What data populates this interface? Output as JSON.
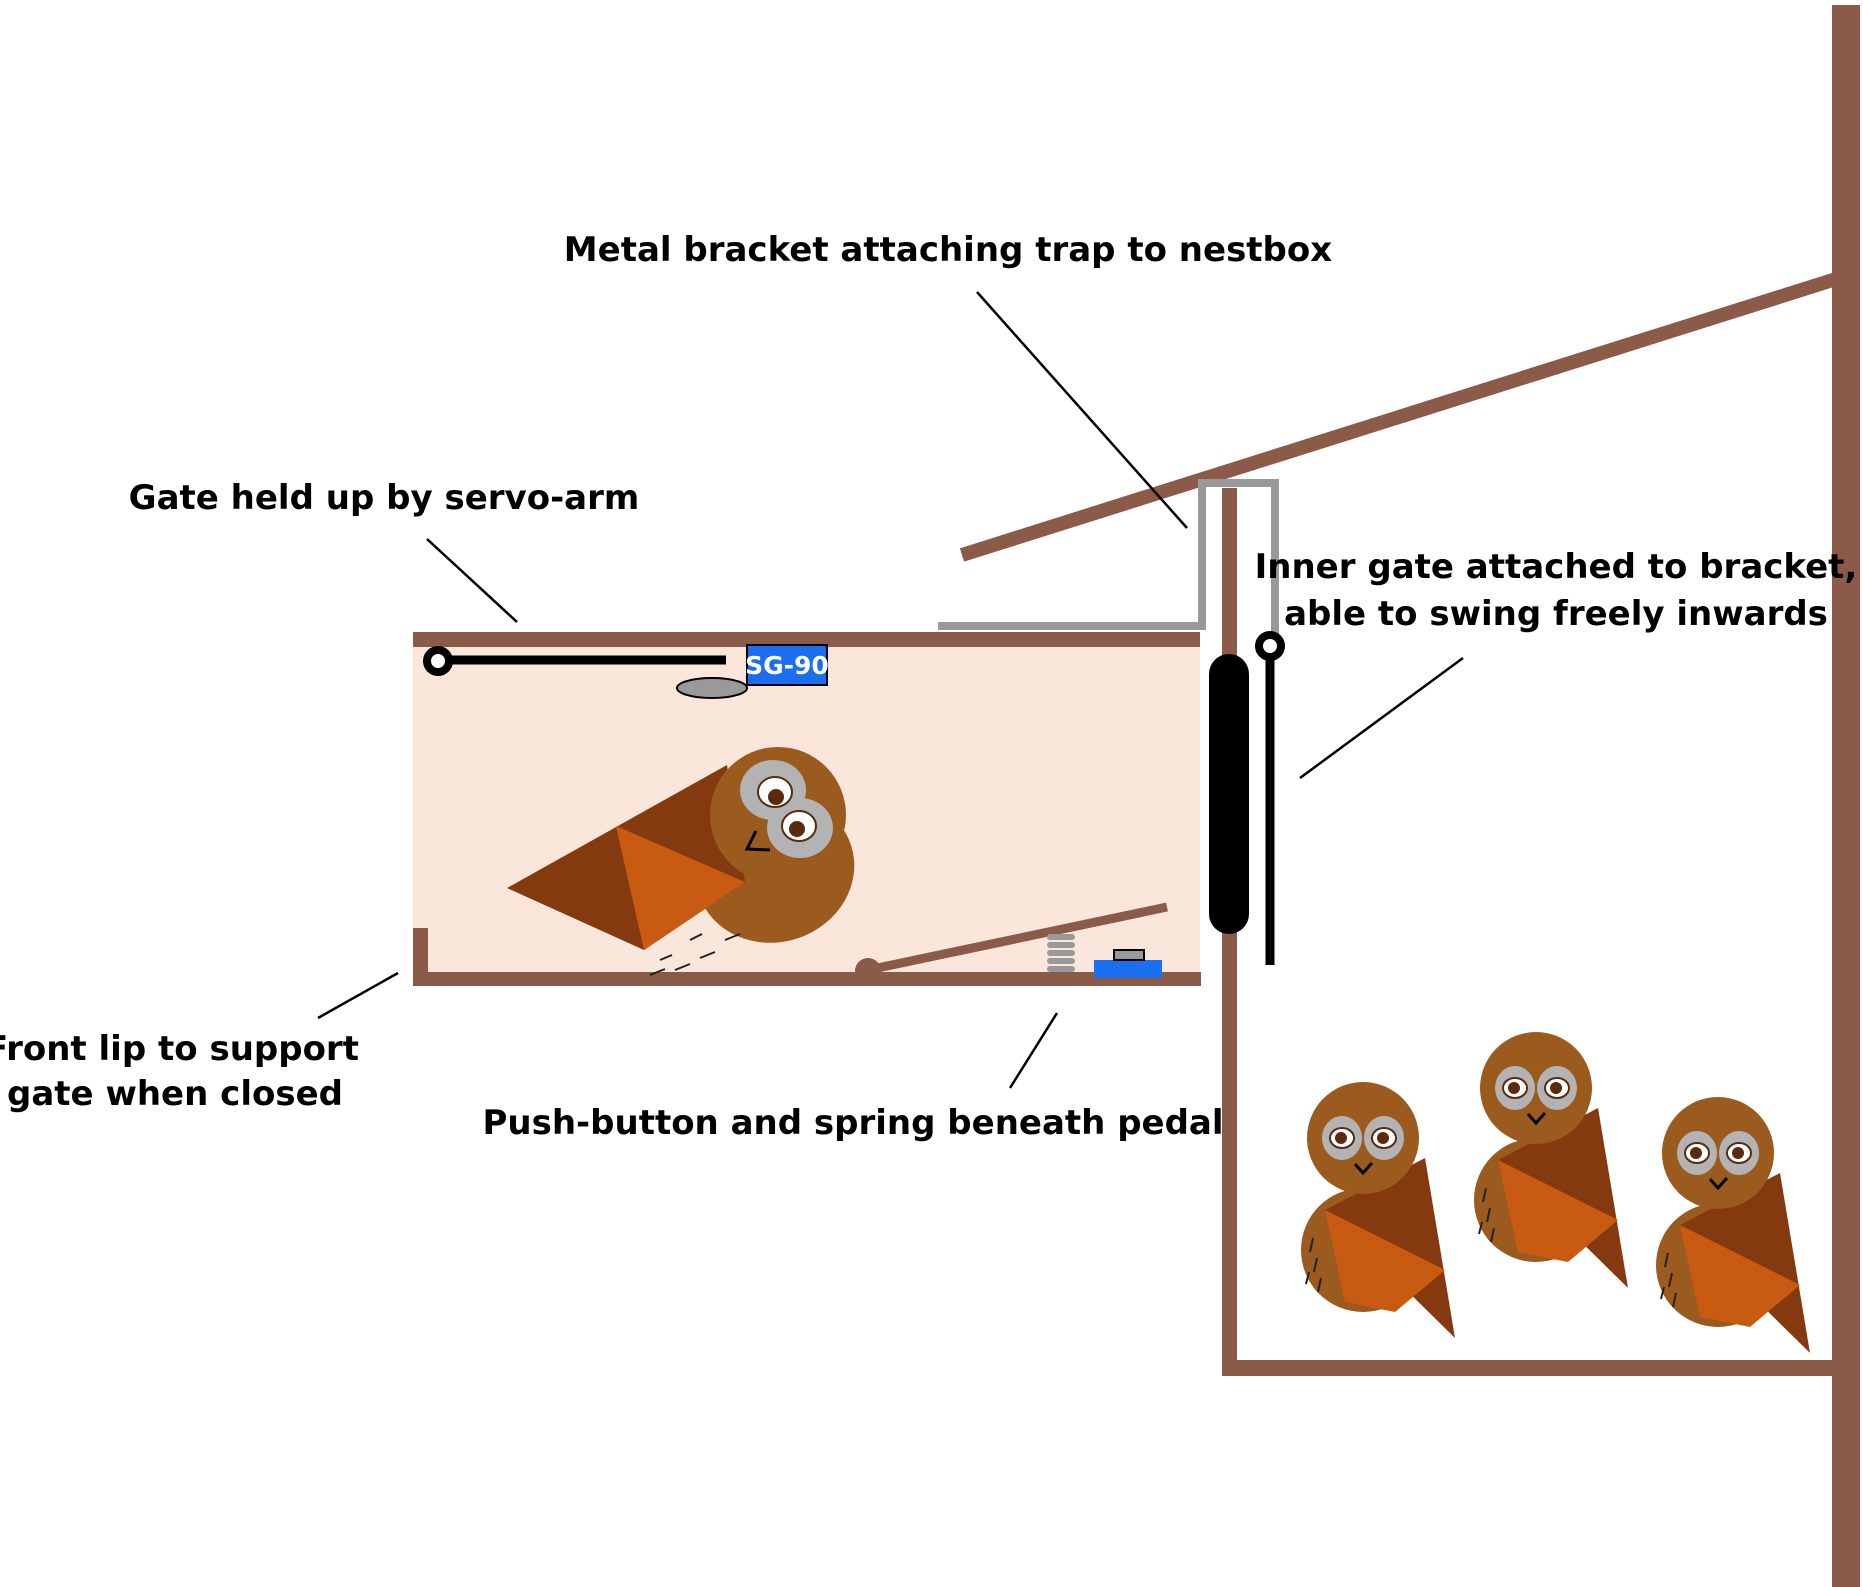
{
  "labels": {
    "bracket": "Metal bracket attaching trap to nestbox",
    "gate_held": "Gate held up by servo-arm",
    "inner_gate_line1": "Inner gate attached to bracket,",
    "inner_gate_line2": "able to swing freely inwards",
    "front_lip_line1": "Front lip to support",
    "front_lip_line2": "gate when closed",
    "push_button": "Push-button and spring beneath pedal",
    "servo": "SG-90"
  },
  "colors": {
    "wood": "#8b5a48",
    "trap_interior": "#fae6da",
    "bracket_metal": "#999999",
    "gate": "#000000",
    "servo": "#1b6ef0",
    "owl_body": "#9c5b1e",
    "owl_wing_dark": "#843a0e",
    "owl_wing_light": "#c85a12",
    "owl_face": "#b3b3b3",
    "owl_eye": "#5a2a0e"
  }
}
